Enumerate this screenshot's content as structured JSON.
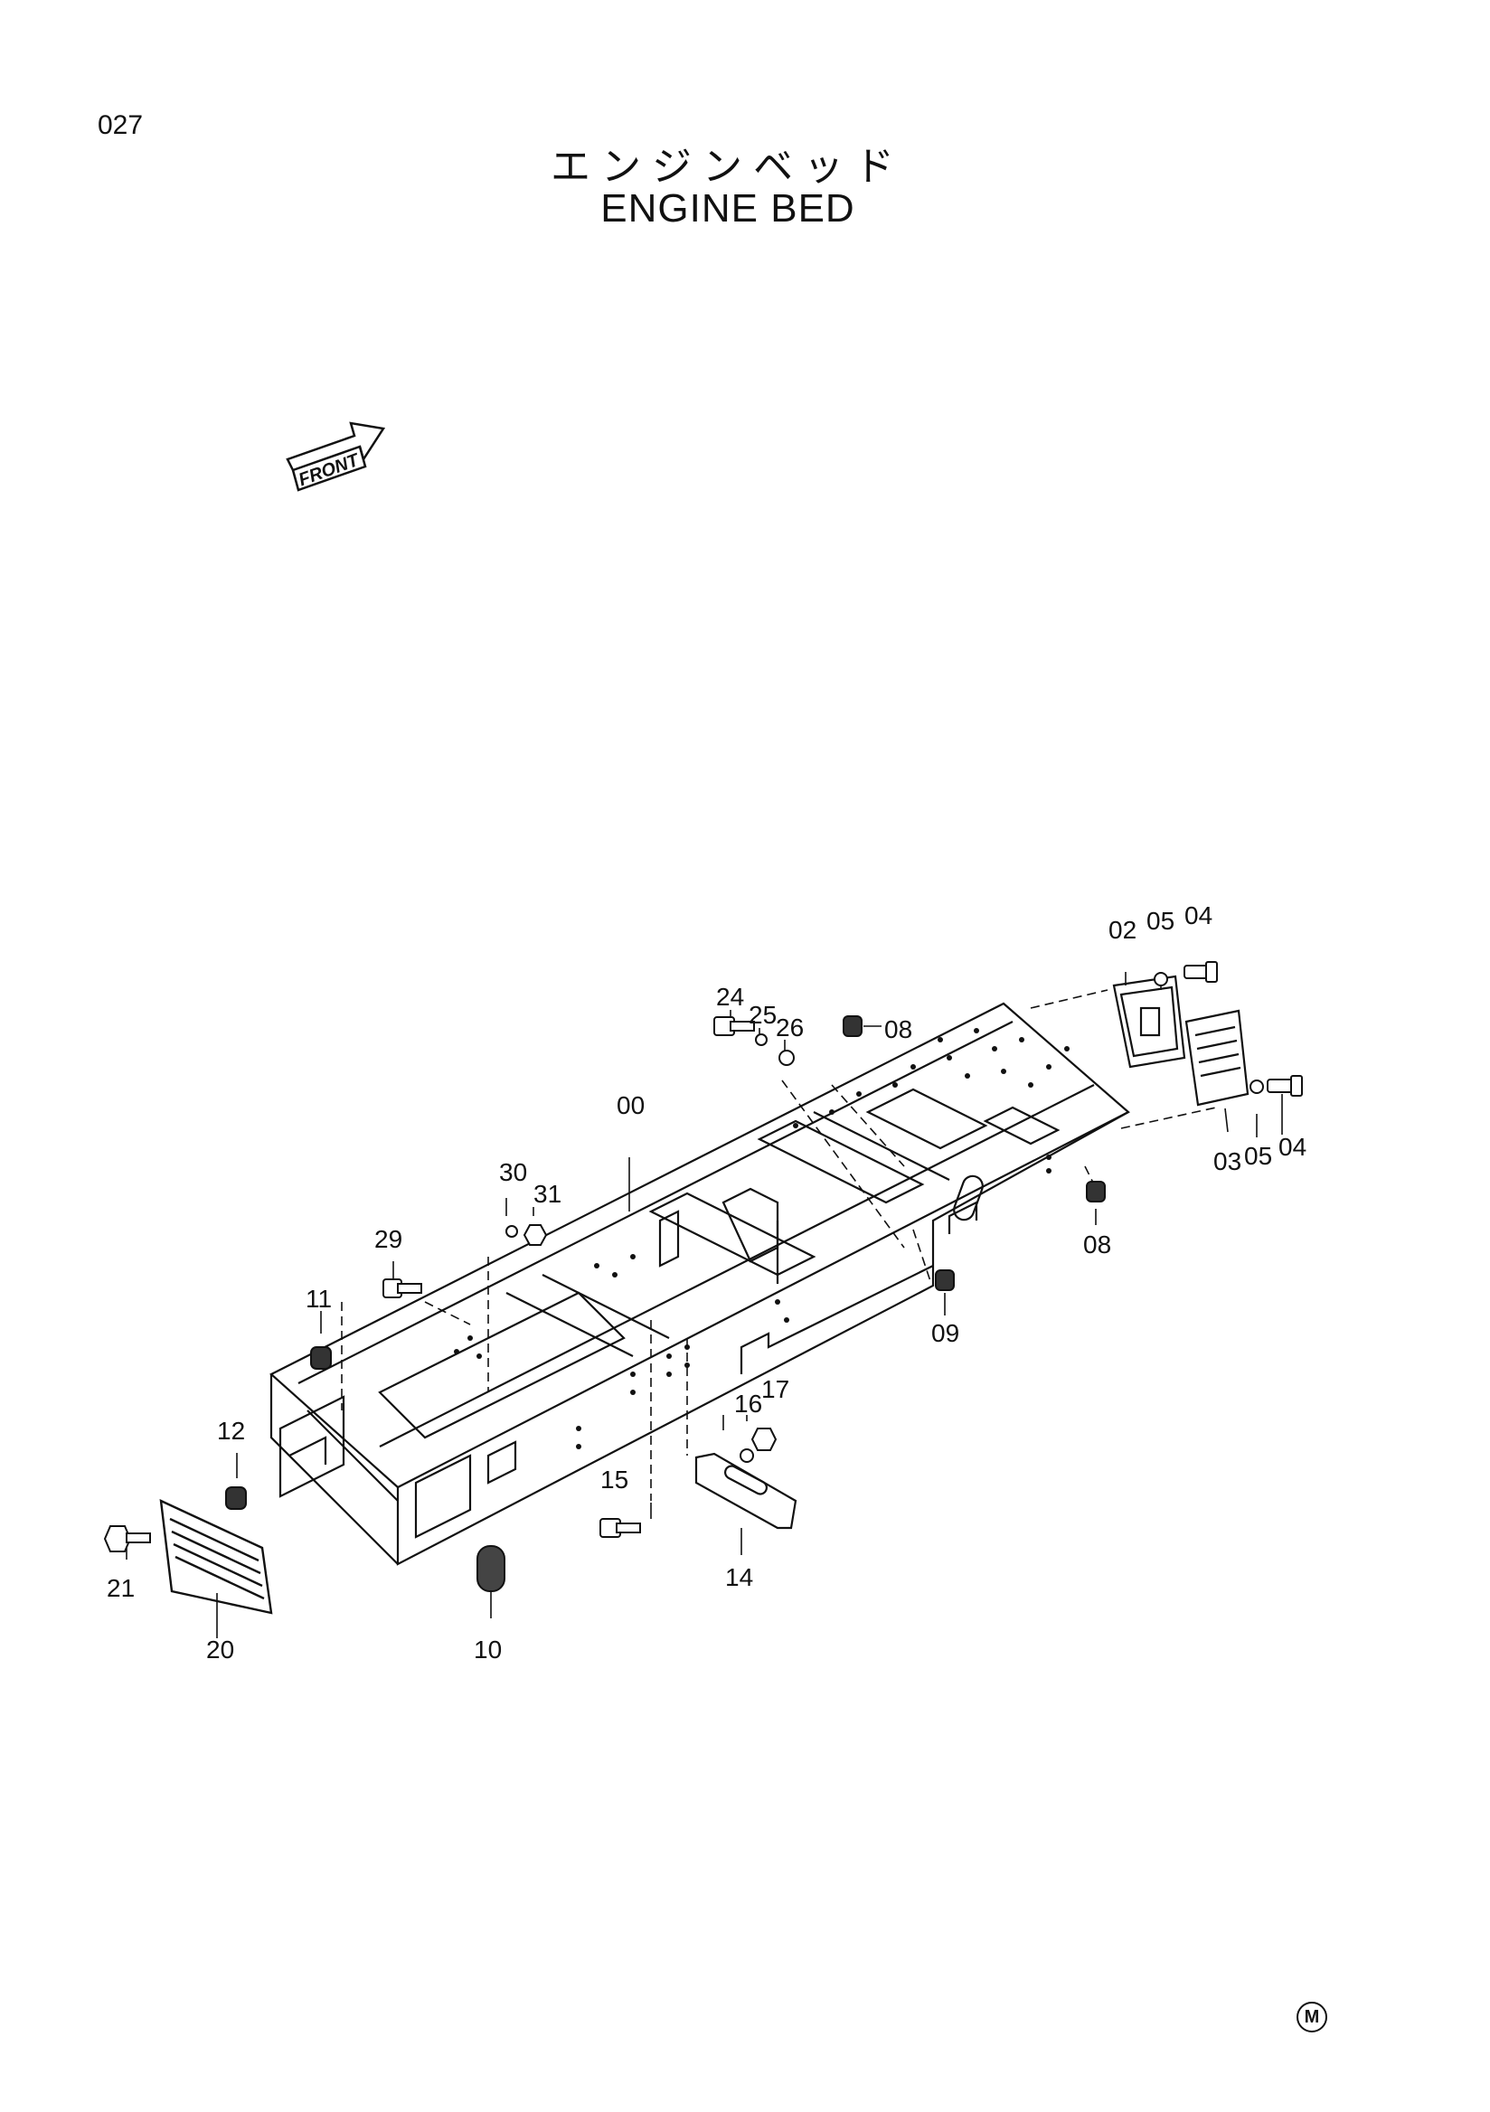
{
  "page": {
    "number": "027",
    "title_jp": "エンジンベッド",
    "title_en": "ENGINE BED",
    "front_label": "FRONT",
    "corner_mark": "M"
  },
  "callouts": [
    {
      "id": "c00",
      "text": "00"
    },
    {
      "id": "c02",
      "text": "02"
    },
    {
      "id": "c03",
      "text": "03"
    },
    {
      "id": "c04a",
      "text": "04"
    },
    {
      "id": "c04b",
      "text": "04"
    },
    {
      "id": "c05a",
      "text": "05"
    },
    {
      "id": "c05b",
      "text": "05"
    },
    {
      "id": "c08a",
      "text": "08"
    },
    {
      "id": "c08b",
      "text": "08"
    },
    {
      "id": "c09",
      "text": "09"
    },
    {
      "id": "c10",
      "text": "10"
    },
    {
      "id": "c11",
      "text": "11"
    },
    {
      "id": "c12",
      "text": "12"
    },
    {
      "id": "c14",
      "text": "14"
    },
    {
      "id": "c15",
      "text": "15"
    },
    {
      "id": "c16",
      "text": "16"
    },
    {
      "id": "c17",
      "text": "17"
    },
    {
      "id": "c20",
      "text": "20"
    },
    {
      "id": "c21",
      "text": "21"
    },
    {
      "id": "c24",
      "text": "24"
    },
    {
      "id": "c25",
      "text": "25"
    },
    {
      "id": "c26",
      "text": "26"
    },
    {
      "id": "c29",
      "text": "29"
    },
    {
      "id": "c30",
      "text": "30"
    },
    {
      "id": "c31",
      "text": "31"
    }
  ]
}
